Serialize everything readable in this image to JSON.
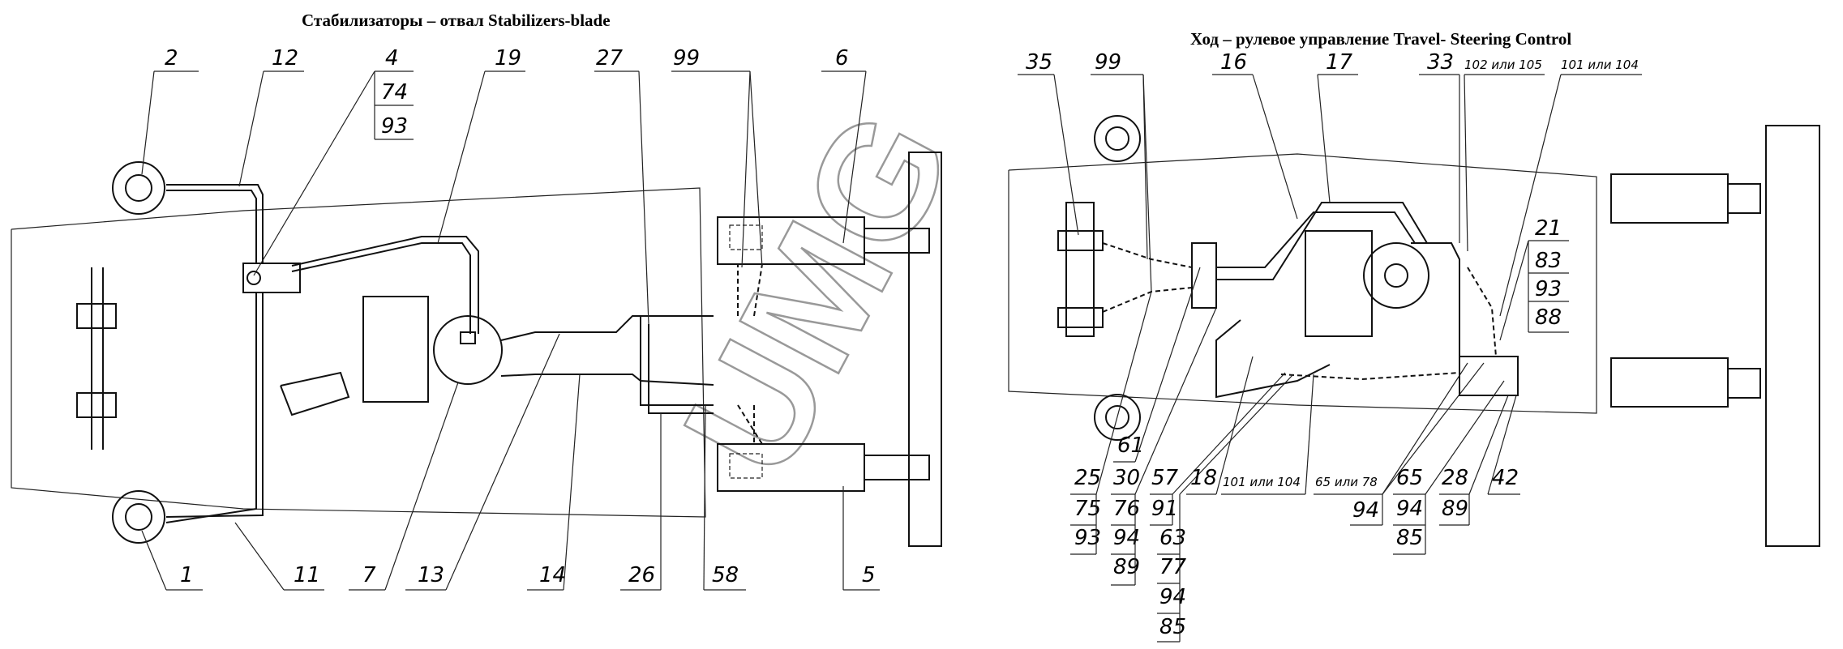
{
  "titles": {
    "left": "Стабилизаторы – отвал    Stabilizers-blade",
    "right": "Ход – рулевое управление   Travel- Steering Control"
  },
  "watermark": "UMG",
  "left_top_labels": [
    "2",
    "12",
    "4",
    "74",
    "93",
    "19",
    "27",
    "99",
    "6"
  ],
  "left_bottom_labels": [
    "1",
    "11",
    "7",
    "13",
    "14",
    "26",
    "58",
    "5"
  ],
  "right_top_labels": [
    "35",
    "99",
    "16",
    "17",
    "33",
    "102 или 105",
    "101 или 104"
  ],
  "right_side_stack": [
    "21",
    "83",
    "93",
    "88"
  ],
  "right_bottom_labels": {
    "l61": "61",
    "s25": [
      "25",
      "75",
      "93"
    ],
    "s30": [
      "30",
      "76",
      "94",
      "89"
    ],
    "s57": [
      "57",
      "91"
    ],
    "s63": [
      "63",
      "77",
      "94",
      "85"
    ],
    "l18": "18",
    "l101": "101 или 104",
    "s65a": [
      "65 или 78",
      "94"
    ],
    "s65b": [
      "65",
      "94",
      "85"
    ],
    "s28": [
      "28",
      "89"
    ],
    "l42": "42"
  }
}
